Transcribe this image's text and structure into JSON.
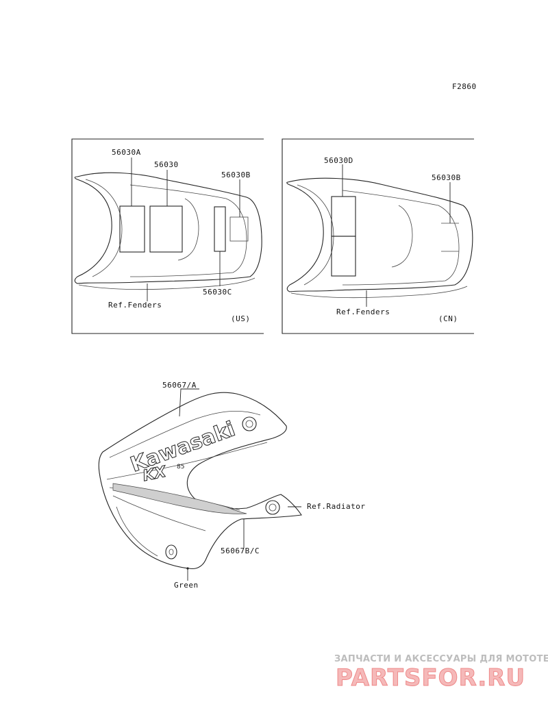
{
  "figure_code": "F2860",
  "panel_us": {
    "labels": {
      "part_a": "56030A",
      "part_main": "56030",
      "part_b": "56030B",
      "part_c": "56030C",
      "ref": "Ref.Fenders",
      "region": "(US)"
    }
  },
  "panel_cn": {
    "labels": {
      "part_d": "56030D",
      "part_b": "56030B",
      "ref": "Ref.Fenders",
      "region": "(CN)"
    }
  },
  "shroud": {
    "labels": {
      "part_top": "56067/A",
      "ref": "Ref.Radiator",
      "part_bottom": "56067B/C",
      "color": "Green"
    },
    "logo_brand": "Kawasaki",
    "logo_model": "KX"
  },
  "watermark": {
    "tagline": "ЗАПЧАСТИ И АКСЕССУАРЫ ДЛЯ МОТОТЕХНИКИ",
    "logo": "PARTSFOR.RU"
  }
}
